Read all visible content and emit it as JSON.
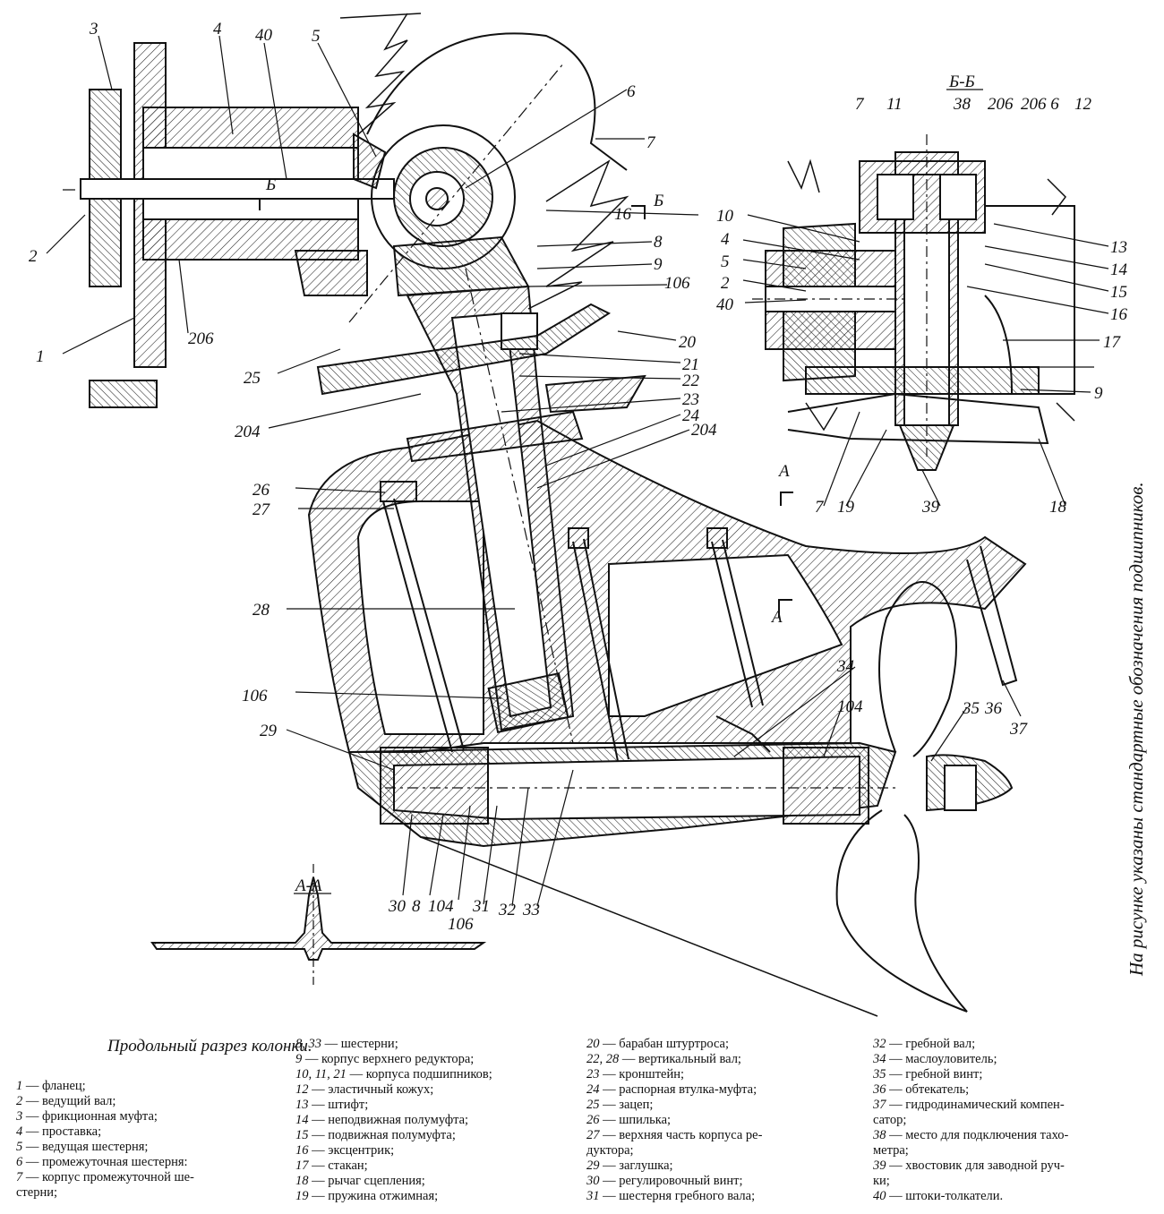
{
  "caption": "Продольный разрез колонки.",
  "side_note": "На рисунке указаны стандартные обозначения подшипников.",
  "section_titles": {
    "bb": "Б-Б",
    "aa": "А-А",
    "cut_b_left": "Б",
    "cut_b_right": "Б",
    "cut_a_mid": "А",
    "cut_a_right": "А"
  },
  "callouts": [
    {
      "id": "c3",
      "text": "3"
    },
    {
      "id": "c4",
      "text": "4"
    },
    {
      "id": "c40",
      "text": "40"
    },
    {
      "id": "c5",
      "text": "5"
    },
    {
      "id": "c6",
      "text": "6"
    },
    {
      "id": "c7a",
      "text": "7"
    },
    {
      "id": "c16a",
      "text": "16"
    },
    {
      "id": "c8",
      "text": "8"
    },
    {
      "id": "c9a",
      "text": "9"
    },
    {
      "id": "c106a",
      "text": "106"
    },
    {
      "id": "c20",
      "text": "20"
    },
    {
      "id": "c21",
      "text": "21"
    },
    {
      "id": "c22",
      "text": "22"
    },
    {
      "id": "c23",
      "text": "23"
    },
    {
      "id": "c24",
      "text": "24"
    },
    {
      "id": "c204a",
      "text": "204"
    },
    {
      "id": "c2a",
      "text": "2"
    },
    {
      "id": "c1",
      "text": "1"
    },
    {
      "id": "c206a",
      "text": "206"
    },
    {
      "id": "c25",
      "text": "25"
    },
    {
      "id": "c204b",
      "text": "204"
    },
    {
      "id": "c26",
      "text": "26"
    },
    {
      "id": "c27",
      "text": "27"
    },
    {
      "id": "c28",
      "text": "28"
    },
    {
      "id": "c106b",
      "text": "106"
    },
    {
      "id": "c29",
      "text": "29"
    },
    {
      "id": "c34",
      "text": "34"
    },
    {
      "id": "c104",
      "text": "104"
    },
    {
      "id": "c35",
      "text": "35"
    },
    {
      "id": "c36",
      "text": "36"
    },
    {
      "id": "c37",
      "text": "37"
    },
    {
      "id": "c30",
      "text": "30"
    },
    {
      "id": "c8b",
      "text": "8"
    },
    {
      "id": "c104b",
      "text": "104"
    },
    {
      "id": "c106c",
      "text": "106"
    },
    {
      "id": "c31",
      "text": "31"
    },
    {
      "id": "c32",
      "text": "32"
    },
    {
      "id": "c33",
      "text": "33"
    },
    {
      "id": "d7",
      "text": "7"
    },
    {
      "id": "d11",
      "text": "11"
    },
    {
      "id": "d38",
      "text": "38"
    },
    {
      "id": "d206",
      "text": "206"
    },
    {
      "id": "d2066",
      "text": "206 6"
    },
    {
      "id": "d12",
      "text": "12"
    },
    {
      "id": "d10",
      "text": "10"
    },
    {
      "id": "d4",
      "text": "4"
    },
    {
      "id": "d5",
      "text": "5"
    },
    {
      "id": "d2",
      "text": "2"
    },
    {
      "id": "d40",
      "text": "40"
    },
    {
      "id": "d13",
      "text": "13"
    },
    {
      "id": "d14",
      "text": "14"
    },
    {
      "id": "d15",
      "text": "15"
    },
    {
      "id": "d16",
      "text": "16"
    },
    {
      "id": "d17",
      "text": "17"
    },
    {
      "id": "d9",
      "text": "9"
    },
    {
      "id": "d7b",
      "text": "7"
    },
    {
      "id": "d19",
      "text": "19"
    },
    {
      "id": "d39",
      "text": "39"
    },
    {
      "id": "d18",
      "text": "18"
    }
  ],
  "legend_columns": [
    [
      {
        "num": "1",
        "text": " — фланец;"
      },
      {
        "num": "2",
        "text": " — ведущий вал;"
      },
      {
        "num": "3",
        "text": " — фрикционная муфта;"
      },
      {
        "num": "4",
        "text": " — проставка;"
      },
      {
        "num": "5",
        "text": " — ведущая шестерня;"
      },
      {
        "num": "6",
        "text": " — промежуточная шестерня:"
      },
      {
        "num": "7",
        "text": " — корпус промежуточной ше-"
      },
      {
        "num": "",
        "text": "       стерни;"
      }
    ],
    [
      {
        "num": "8, 33",
        "text": " — шестерни;"
      },
      {
        "num": "9",
        "text": " — корпус верхнего редуктора;"
      },
      {
        "num": "10, 11, 21",
        "text": " — корпуса подшипников;"
      },
      {
        "num": "12",
        "text": " — эластичный кожух;"
      },
      {
        "num": "13",
        "text": " — штифт;"
      },
      {
        "num": "14",
        "text": " — неподвижная полумуфта;"
      },
      {
        "num": "15",
        "text": " — подвижная полумуфта;"
      },
      {
        "num": "16",
        "text": " — эксцентрик;"
      },
      {
        "num": "17",
        "text": " — стакан;"
      },
      {
        "num": "18",
        "text": " — рычаг сцепления;"
      },
      {
        "num": "19",
        "text": " — пружина отжимная;"
      }
    ],
    [
      {
        "num": "20",
        "text": " — барабан штуртроса;"
      },
      {
        "num": "22, 28",
        "text": " — вертикальный вал;"
      },
      {
        "num": "23",
        "text": " — кронштейн;"
      },
      {
        "num": "24",
        "text": " — распорная втулка-муфта;"
      },
      {
        "num": "25",
        "text": " — зацеп;"
      },
      {
        "num": "26",
        "text": " — шпилька;"
      },
      {
        "num": "27",
        "text": " — верхняя часть корпуса ре-"
      },
      {
        "num": "",
        "text": "       дуктора;"
      },
      {
        "num": "29",
        "text": " — заглушка;"
      },
      {
        "num": "30",
        "text": " — регулировочный винт;"
      },
      {
        "num": "31",
        "text": " — шестерня гребного вала;"
      }
    ],
    [
      {
        "num": "32",
        "text": " — гребной вал;"
      },
      {
        "num": "34",
        "text": " — маслоуловитель;"
      },
      {
        "num": "35",
        "text": " — гребной винт;"
      },
      {
        "num": "36",
        "text": " — обтекатель;"
      },
      {
        "num": "37",
        "text": " — гидродинамический компен-"
      },
      {
        "num": "",
        "text": "       сатор;"
      },
      {
        "num": "38",
        "text": " — место для подключения тахо-"
      },
      {
        "num": "",
        "text": "       метра;"
      },
      {
        "num": "39",
        "text": " — хвостовик для заводной руч-"
      },
      {
        "num": "",
        "text": "       ки;"
      },
      {
        "num": "40",
        "text": " — штоки-толкатели."
      }
    ]
  ]
}
